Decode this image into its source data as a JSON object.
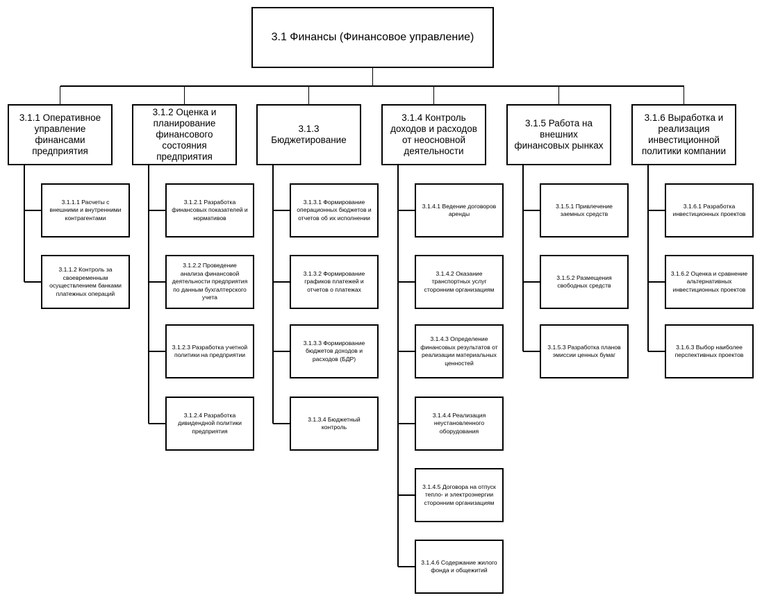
{
  "root": {
    "title": "3.1 Финансы (Финансовое управление)"
  },
  "columns": [
    {
      "title": "3.1.1 Оперативное управление финансами предприятия",
      "items": [
        "3.1.1.1 Расчеты с внешними и внутренними контрагентами",
        "3.1.1.2 Контроль за своевременным осуществлением банками платежных операций"
      ]
    },
    {
      "title": "3.1.2 Оценка и планирование финансового состояния предприятия",
      "items": [
        "3.1.2.1 Разработка финансовых показателей и нормативов",
        "3.1.2.2 Проведение анализа финансовой деятельности предприятия по данным бухгалтерского учета",
        "3.1.2.3 Разработка учетной политики на предприятии",
        "3.1.2.4 Разработка дивидендной политики предприятия"
      ]
    },
    {
      "title": "3.1.3 Бюджетирование",
      "items": [
        "3.1.3.1 Формирование операционных бюджетов и отчетов об их исполнении",
        "3.1.3.2 Формирование графиков платежей и отчетов о платежах",
        "3.1.3.3 Формирование бюджетов доходов и расходов (БДР)",
        "3.1.3.4 Бюджетный контроль"
      ]
    },
    {
      "title": "3.1.4 Контроль доходов и расходов от неосновной деятельности",
      "items": [
        "3.1.4.1 Ведение договоров аренды",
        "3.1.4.2 Оказание транспортных услуг сторонним организациям",
        "3.1.4.3 Определение финансовых результатов от реализации материальных ценностей",
        "3.1.4.4 Реализация неустановленного оборудования",
        "3.1.4.5 Договора на отпуск тепло- и электроэнергии сторонним организациям",
        "3.1.4.6 Содержание жилого фонда и общежитий"
      ]
    },
    {
      "title": "3.1.5 Работа на внешних финансовых рынках",
      "items": [
        "3.1.5.1 Привлечение заемных средств",
        "3.1.5.2 Размещения свободных средств",
        "3.1.5.3 Разработка планов эмиссии ценных бумаг"
      ]
    },
    {
      "title": "3.1.6 Выработка и реализация инвестиционной политики компании",
      "items": [
        "3.1.6.1 Разработка инвестиционных проектов",
        "3.1.6.2 Оценка и сравнение альтернативных инвестиционных проектов",
        "3.1.6.3 Выбор наиболее перспективных проектов"
      ]
    }
  ]
}
